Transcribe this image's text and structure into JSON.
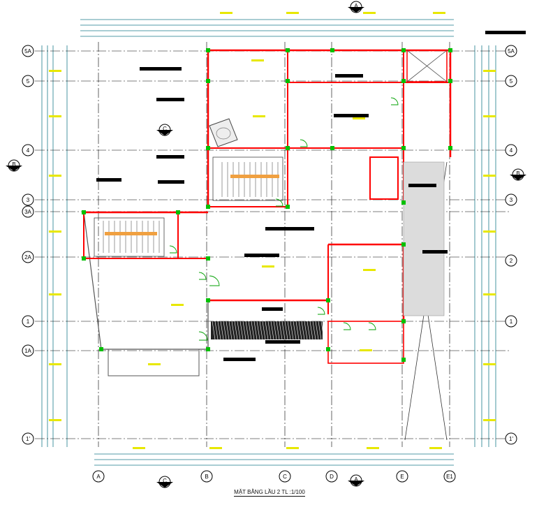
{
  "title": "MẶT BẰNG LẦU 2  TL :1/100",
  "grid_columns": [
    "A",
    "B",
    "C",
    "D",
    "E",
    "E1"
  ],
  "grid_rows": [
    "5A",
    "5",
    "4",
    "3",
    "3A",
    "2A",
    "2",
    "1",
    "1A",
    "1'"
  ],
  "section_markers": [
    "A",
    "B",
    "C"
  ],
  "colors": {
    "wall": "#ff0000",
    "dimension": "#1a7a8a",
    "label": "#e8e800",
    "grid": "#000000",
    "column": "#00c000"
  }
}
